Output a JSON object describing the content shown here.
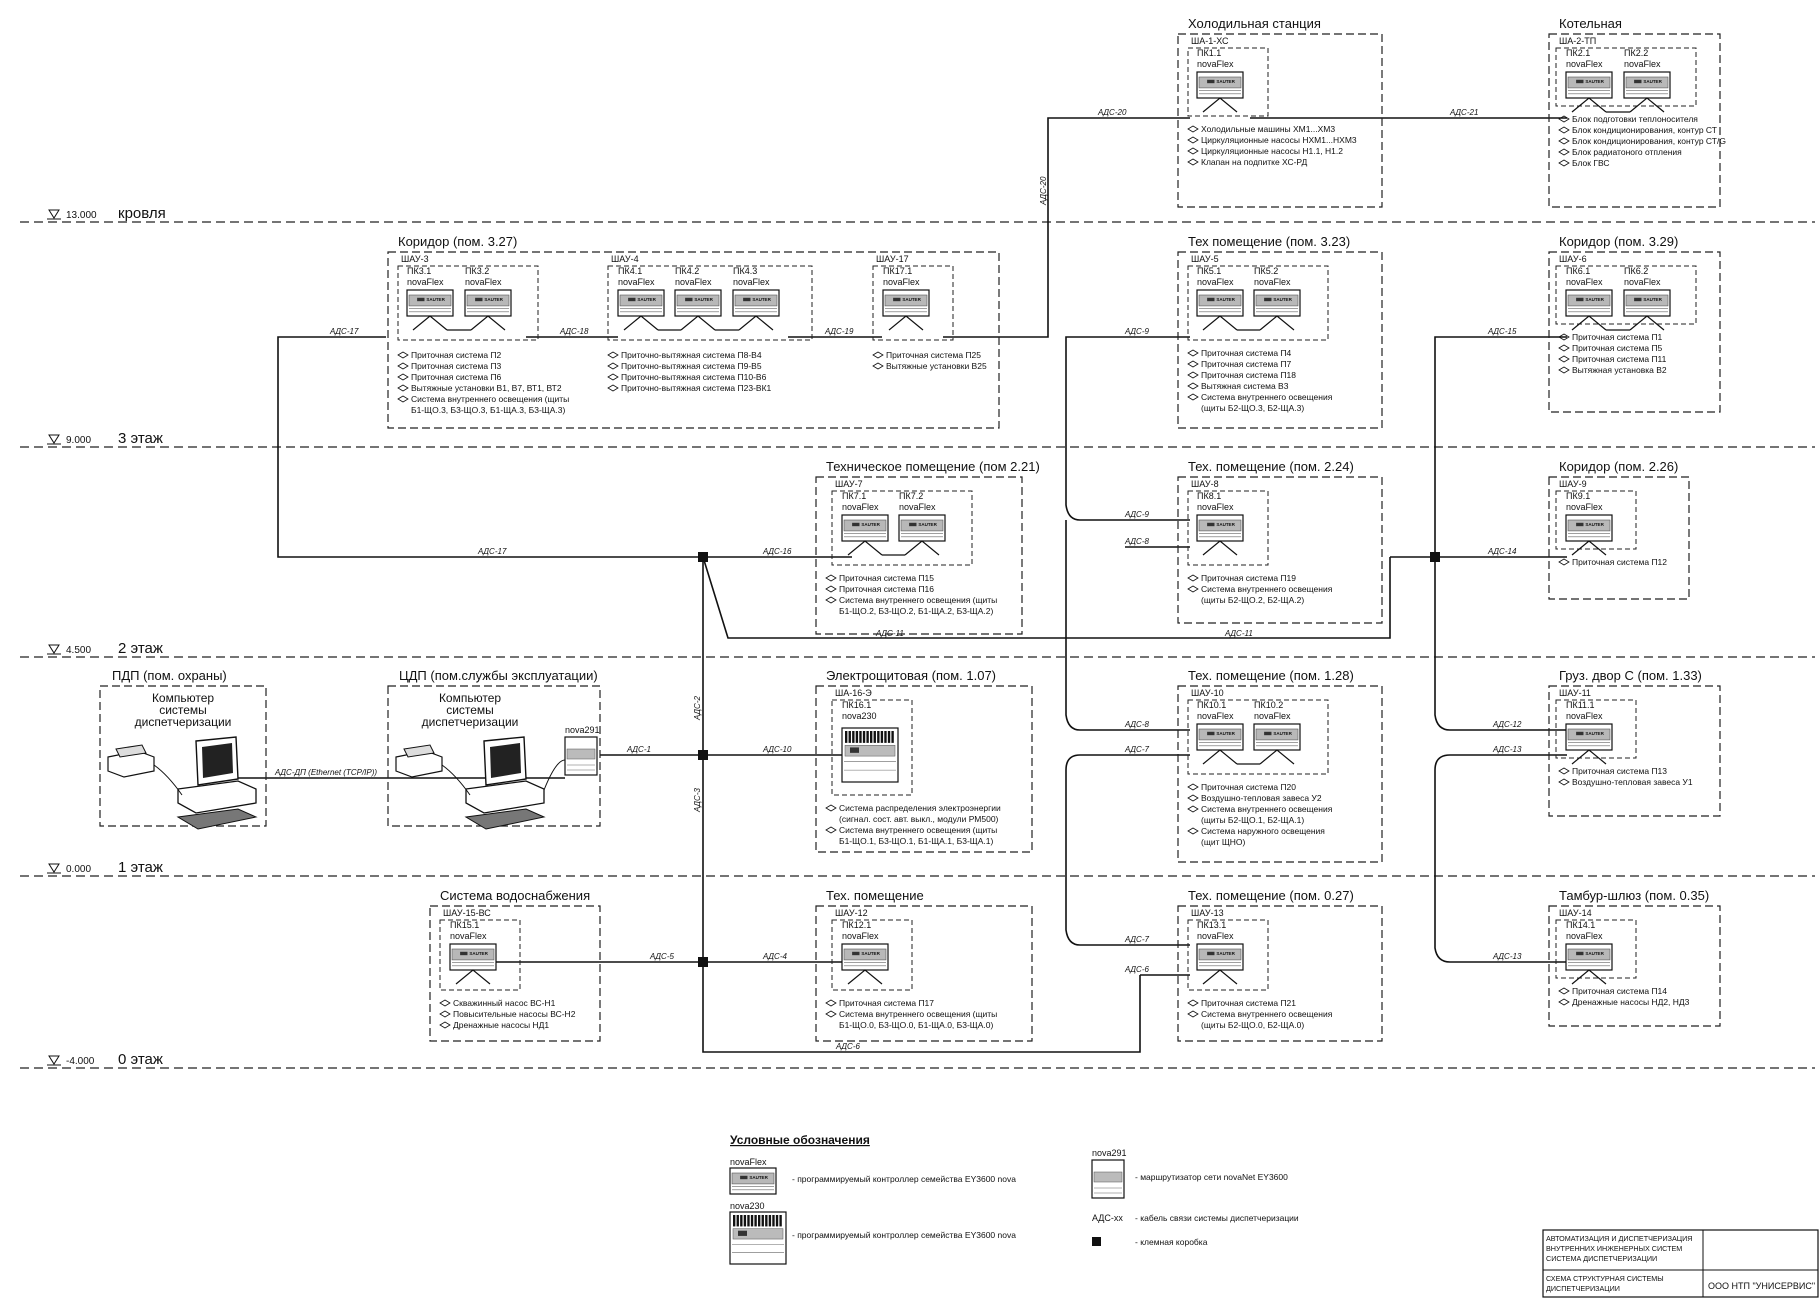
{
  "levels": [
    {
      "mark": "13.000",
      "name": "кровля"
    },
    {
      "mark": "9.000",
      "name": "3 этаж"
    },
    {
      "mark": "4.500",
      "name": "2 этаж"
    },
    {
      "mark": "0.000",
      "name": "1 этаж"
    },
    {
      "mark": "-4.000",
      "name": "0 этаж"
    }
  ],
  "rooms": [
    {
      "id": "xs",
      "title": "Холодильная станция",
      "cabinet": "ША-1-ХС",
      "controllers": [
        {
          "id": "ПК1.1",
          "model": "novaFlex"
        }
      ],
      "items": [
        "Холодильные машины ХМ1...ХМ3",
        "Циркуляционные насосы НХМ1...НХМ3",
        "Циркуляционные насосы Н1.1, Н1.2",
        "Клапан на подпитке ХС-РД"
      ]
    },
    {
      "id": "kot",
      "title": "Котельная",
      "cabinet": "ША-2-ТП",
      "controllers": [
        {
          "id": "ПК2.1",
          "model": "novaFlex"
        },
        {
          "id": "ПК2.2",
          "model": "novaFlex"
        }
      ],
      "items": [
        "Блок подготовки теплоносителя",
        "Блок кондиционирования, контур СТ",
        "Блок кондиционирования, контур СТ/G",
        "Блок радиатоного отпления",
        "Блок ГВС"
      ]
    },
    {
      "id": "k327",
      "title": "Коридор (пом. 3.27)",
      "cabinet": "ШАУ-3",
      "controllers": [
        {
          "id": "ПК3.1",
          "model": "novaFlex"
        },
        {
          "id": "ПК3.2",
          "model": "novaFlex"
        }
      ],
      "items": [
        "Приточная система П2",
        "Приточная система П3",
        "Приточная система П6",
        "Вытяжные установки В1, В7, ВТ1, ВТ2",
        "Система внутреннего освещения (щиты",
        "Б1-ЩО.3, Б3-ЩО.3, Б1-ЩА.3, Б3-ЩА.3)"
      ]
    },
    {
      "id": "shau4",
      "title": "",
      "cabinet": "ШАУ-4",
      "controllers": [
        {
          "id": "ПК4.1",
          "model": "novaFlex"
        },
        {
          "id": "ПК4.2",
          "model": "novaFlex"
        },
        {
          "id": "ПК4.3",
          "model": "novaFlex"
        }
      ],
      "items": [
        "Приточно-вытяжная система П8-В4",
        "Приточно-вытяжная система П9-В5",
        "Приточно-вытяжная система П10-В6",
        "Приточно-вытяжная система П23-ВК1"
      ]
    },
    {
      "id": "shau17",
      "title": "",
      "cabinet": "ШАУ-17",
      "controllers": [
        {
          "id": "ПК17.1",
          "model": "novaFlex"
        }
      ],
      "items": [
        "Приточная система П25",
        "Вытяжные установки В25"
      ]
    },
    {
      "id": "t323",
      "title": "Тех помещение (пом. 3.23)",
      "cabinet": "ШАУ-5",
      "controllers": [
        {
          "id": "ПК5.1",
          "model": "novaFlex"
        },
        {
          "id": "ПК5.2",
          "model": "novaFlex"
        }
      ],
      "items": [
        "Приточная система П4",
        "Приточная система П7",
        "Приточная система П18",
        "Вытяжная система В3",
        "Система внутреннего освещения",
        "(щиты Б2-ЩО.3, Б2-ЩА.3)"
      ]
    },
    {
      "id": "k329",
      "title": "Коридор (пом. 3.29)",
      "cabinet": "ШАУ-6",
      "controllers": [
        {
          "id": "ПК6.1",
          "model": "novaFlex"
        },
        {
          "id": "ПК6.2",
          "model": "novaFlex"
        }
      ],
      "items": [
        "Приточная система П1",
        "Приточная система П5",
        "Приточная система П11",
        "Вытяжная установка В2"
      ]
    },
    {
      "id": "t221",
      "title": "Техническое помещение (пом 2.21)",
      "cabinet": "ШАУ-7",
      "controllers": [
        {
          "id": "ПК7.1",
          "model": "novaFlex"
        },
        {
          "id": "ПК7.2",
          "model": "novaFlex"
        }
      ],
      "items": [
        "Приточная система П15",
        "Приточная система П16",
        "Система внутреннего освещения (щиты",
        "Б1-ЩО.2, Б3-ЩО.2, Б1-ЩА.2, Б3-ЩА.2)"
      ]
    },
    {
      "id": "t224",
      "title": "Тех. помещение (пом. 2.24)",
      "cabinet": "ШАУ-8",
      "controllers": [
        {
          "id": "ПК8.1",
          "model": "novaFlex"
        }
      ],
      "items": [
        "Приточная система П19",
        "Система внутреннего освещения",
        "(щиты Б2-ЩО.2, Б2-ЩА.2)"
      ]
    },
    {
      "id": "k226",
      "title": "Коридор (пом. 2.26)",
      "cabinet": "ШАУ-9",
      "controllers": [
        {
          "id": "ПК9.1",
          "model": "novaFlex"
        }
      ],
      "items": [
        "Приточная система П12"
      ]
    },
    {
      "id": "el107",
      "title": "Электрощитовая (пом. 1.07)",
      "cabinet": "ША-16-Э",
      "controllers": [
        {
          "id": "ПК16.1",
          "model": "nova230"
        }
      ],
      "items": [
        "Система распределения электроэнергии",
        "(сигнал. сост. авт. выкл., модули РМ500)",
        "Система внутреннего освещения (щиты",
        "Б1-ЩО.1, Б3-ЩО.1, Б1-ЩА.1, Б3-ЩА.1)"
      ]
    },
    {
      "id": "t128",
      "title": "Тех. помещение (пом. 1.28)",
      "cabinet": "ШАУ-10",
      "controllers": [
        {
          "id": "ПК10.1",
          "model": "novaFlex"
        },
        {
          "id": "ПК10.2",
          "model": "novaFlex"
        }
      ],
      "items": [
        "Приточная система П20",
        "Воздушно-тепловая завеса У2",
        "Система внутреннего освещения",
        "(щиты Б2-ЩО.1, Б2-ЩА.1)",
        "Система наружного освещения",
        "(щит ЩНО)"
      ]
    },
    {
      "id": "g133",
      "title": "Груз. двор С (пом. 1.33)",
      "cabinet": "ШАУ-11",
      "controllers": [
        {
          "id": "ПК11.1",
          "model": "novaFlex"
        }
      ],
      "items": [
        "Приточная система П13",
        "Воздушно-тепловая завеса У1"
      ]
    },
    {
      "id": "vs",
      "title": "Система водоснабжения",
      "cabinet": "ШАУ-15-ВС",
      "controllers": [
        {
          "id": "ПК15.1",
          "model": "novaFlex"
        }
      ],
      "items": [
        "Скважинный насос ВС-Н1",
        "Повысительные насосы ВС-Н2",
        "Дренажные насосы НД1"
      ]
    },
    {
      "id": "tp0",
      "title": "Тех. помещение",
      "cabinet": "ШАУ-12",
      "controllers": [
        {
          "id": "ПК12.1",
          "model": "novaFlex"
        }
      ],
      "items": [
        "Приточная система П17",
        "Система внутреннего освещения (щиты",
        "Б1-ЩО.0, Б3-ЩО.0, Б1-ЩА.0, Б3-ЩА.0)"
      ]
    },
    {
      "id": "t027",
      "title": "Тех. помещение (пом. 0.27)",
      "cabinet": "ШАУ-13",
      "controllers": [
        {
          "id": "ПК13.1",
          "model": "novaFlex"
        }
      ],
      "items": [
        "Приточная система П21",
        "Система внутреннего освещения",
        "(щиты Б2-ЩО.0, Б2-ЩА.0)"
      ]
    },
    {
      "id": "tsh035",
      "title": "Тамбур-шлюз (пом. 0.35)",
      "cabinet": "ШАУ-14",
      "controllers": [
        {
          "id": "ПК14.1",
          "model": "novaFlex"
        }
      ],
      "items": [
        "Приточная система П14",
        "Дренажные насосы НД2, НД3"
      ]
    }
  ],
  "pdp": {
    "title": "ПДП (пом. охраны)",
    "label": [
      "Компьютер",
      "системы",
      "диспетчеризации"
    ]
  },
  "cdp": {
    "title": "ЦДП (пом.службы эксплуатации)",
    "label": [
      "Компьютер",
      "системы",
      "диспетчеризации"
    ],
    "router": "nova291"
  },
  "cables": {
    "c17a": "АДС-17",
    "c18": "АДС-18",
    "c19": "АДС-19",
    "c20": "АДС-20",
    "c20v": "АДС-20",
    "c21": "АДС-21",
    "c17b": "АДС-17",
    "c16": "АДС-16",
    "c9a": "АДС-9",
    "c15": "АДС-15",
    "c9b": "АДС-9",
    "c8a": "АДС-8",
    "c14": "АДС-14",
    "c11a": "АДС-11",
    "c11b": "АДС-11",
    "cdp": "АДС-ДП (Ethernet (TCP/IP))",
    "c1": "АДС-1",
    "c10": "АДС-10",
    "c8b": "АДС-8",
    "c7a": "АДС-7",
    "c12": "АДС-12",
    "c13a": "АДС-13",
    "c2": "АДС-2",
    "c3": "АДС-3",
    "c5": "АДС-5",
    "c4": "АДС-4",
    "c7b": "АДС-7",
    "c6a": "АДС-6",
    "c13b": "АДС-13",
    "c6b": "АДС-6"
  },
  "legend": {
    "title": "Условные обозначения",
    "flex_name": "novaFlex",
    "flex_desc": "- программируемый контроллер семейства EY3600 nova",
    "n230_name": "nova230",
    "n230_desc": "- программируемый контроллер семейства EY3600 nova",
    "router_name": "nova291",
    "router_desc": "- маршрутизатор сети novaNet EY3600",
    "cable_name": "АДС-хх",
    "cable_desc": "- кабель связи системы диспетчеризации",
    "box_desc": "- клемная коробка"
  },
  "titleblock": {
    "line1": "АВТОМАТИЗАЦИЯ И ДИСПЕТЧЕРИЗАЦИЯ",
    "line2": "ВНУТРЕННИХ ИНЖЕНЕРНЫХ СИСТЕМ",
    "line3": "СИСТЕМА ДИСПЕТЧЕРИЗАЦИИ",
    "sheet1": "СХЕМА СТРУКТУРНАЯ СИСТЕМЫ",
    "sheet2": "ДИСПЕТЧЕРИЗАЦИИ",
    "company": "ООО НТП \"УНИСЕРВИС\""
  },
  "chip_brand": "SAUTER"
}
